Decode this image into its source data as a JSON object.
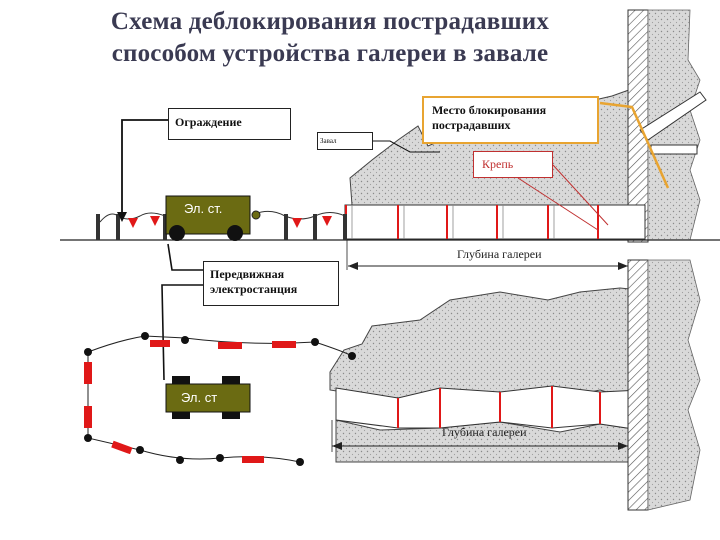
{
  "title": {
    "line1": "Схема деблокирования пострадавших",
    "line2": "способом устройства галереи в завале"
  },
  "labels": {
    "fence": "Ограждение",
    "rubble": "Завал",
    "blocking_place_line1": "Место блокирования",
    "blocking_place_line2": "пострадавших",
    "crane": "Крепь",
    "mobile_station_line1": "Передвижная",
    "mobile_station_line2": "электростанция",
    "generator_top": "Эл. ст.",
    "generator_bottom": "Эл. ст",
    "gallery_depth_top": "Глубина галереи",
    "gallery_depth_bottom": "Глубина галереи"
  },
  "colors": {
    "title": "#3a3a52",
    "rubble_fill": "#d8d8d8",
    "generator_fill": "#6b6b12",
    "fence_red": "#e01818",
    "highlight_orange": "#e8a431",
    "crane_red": "#c03030"
  }
}
